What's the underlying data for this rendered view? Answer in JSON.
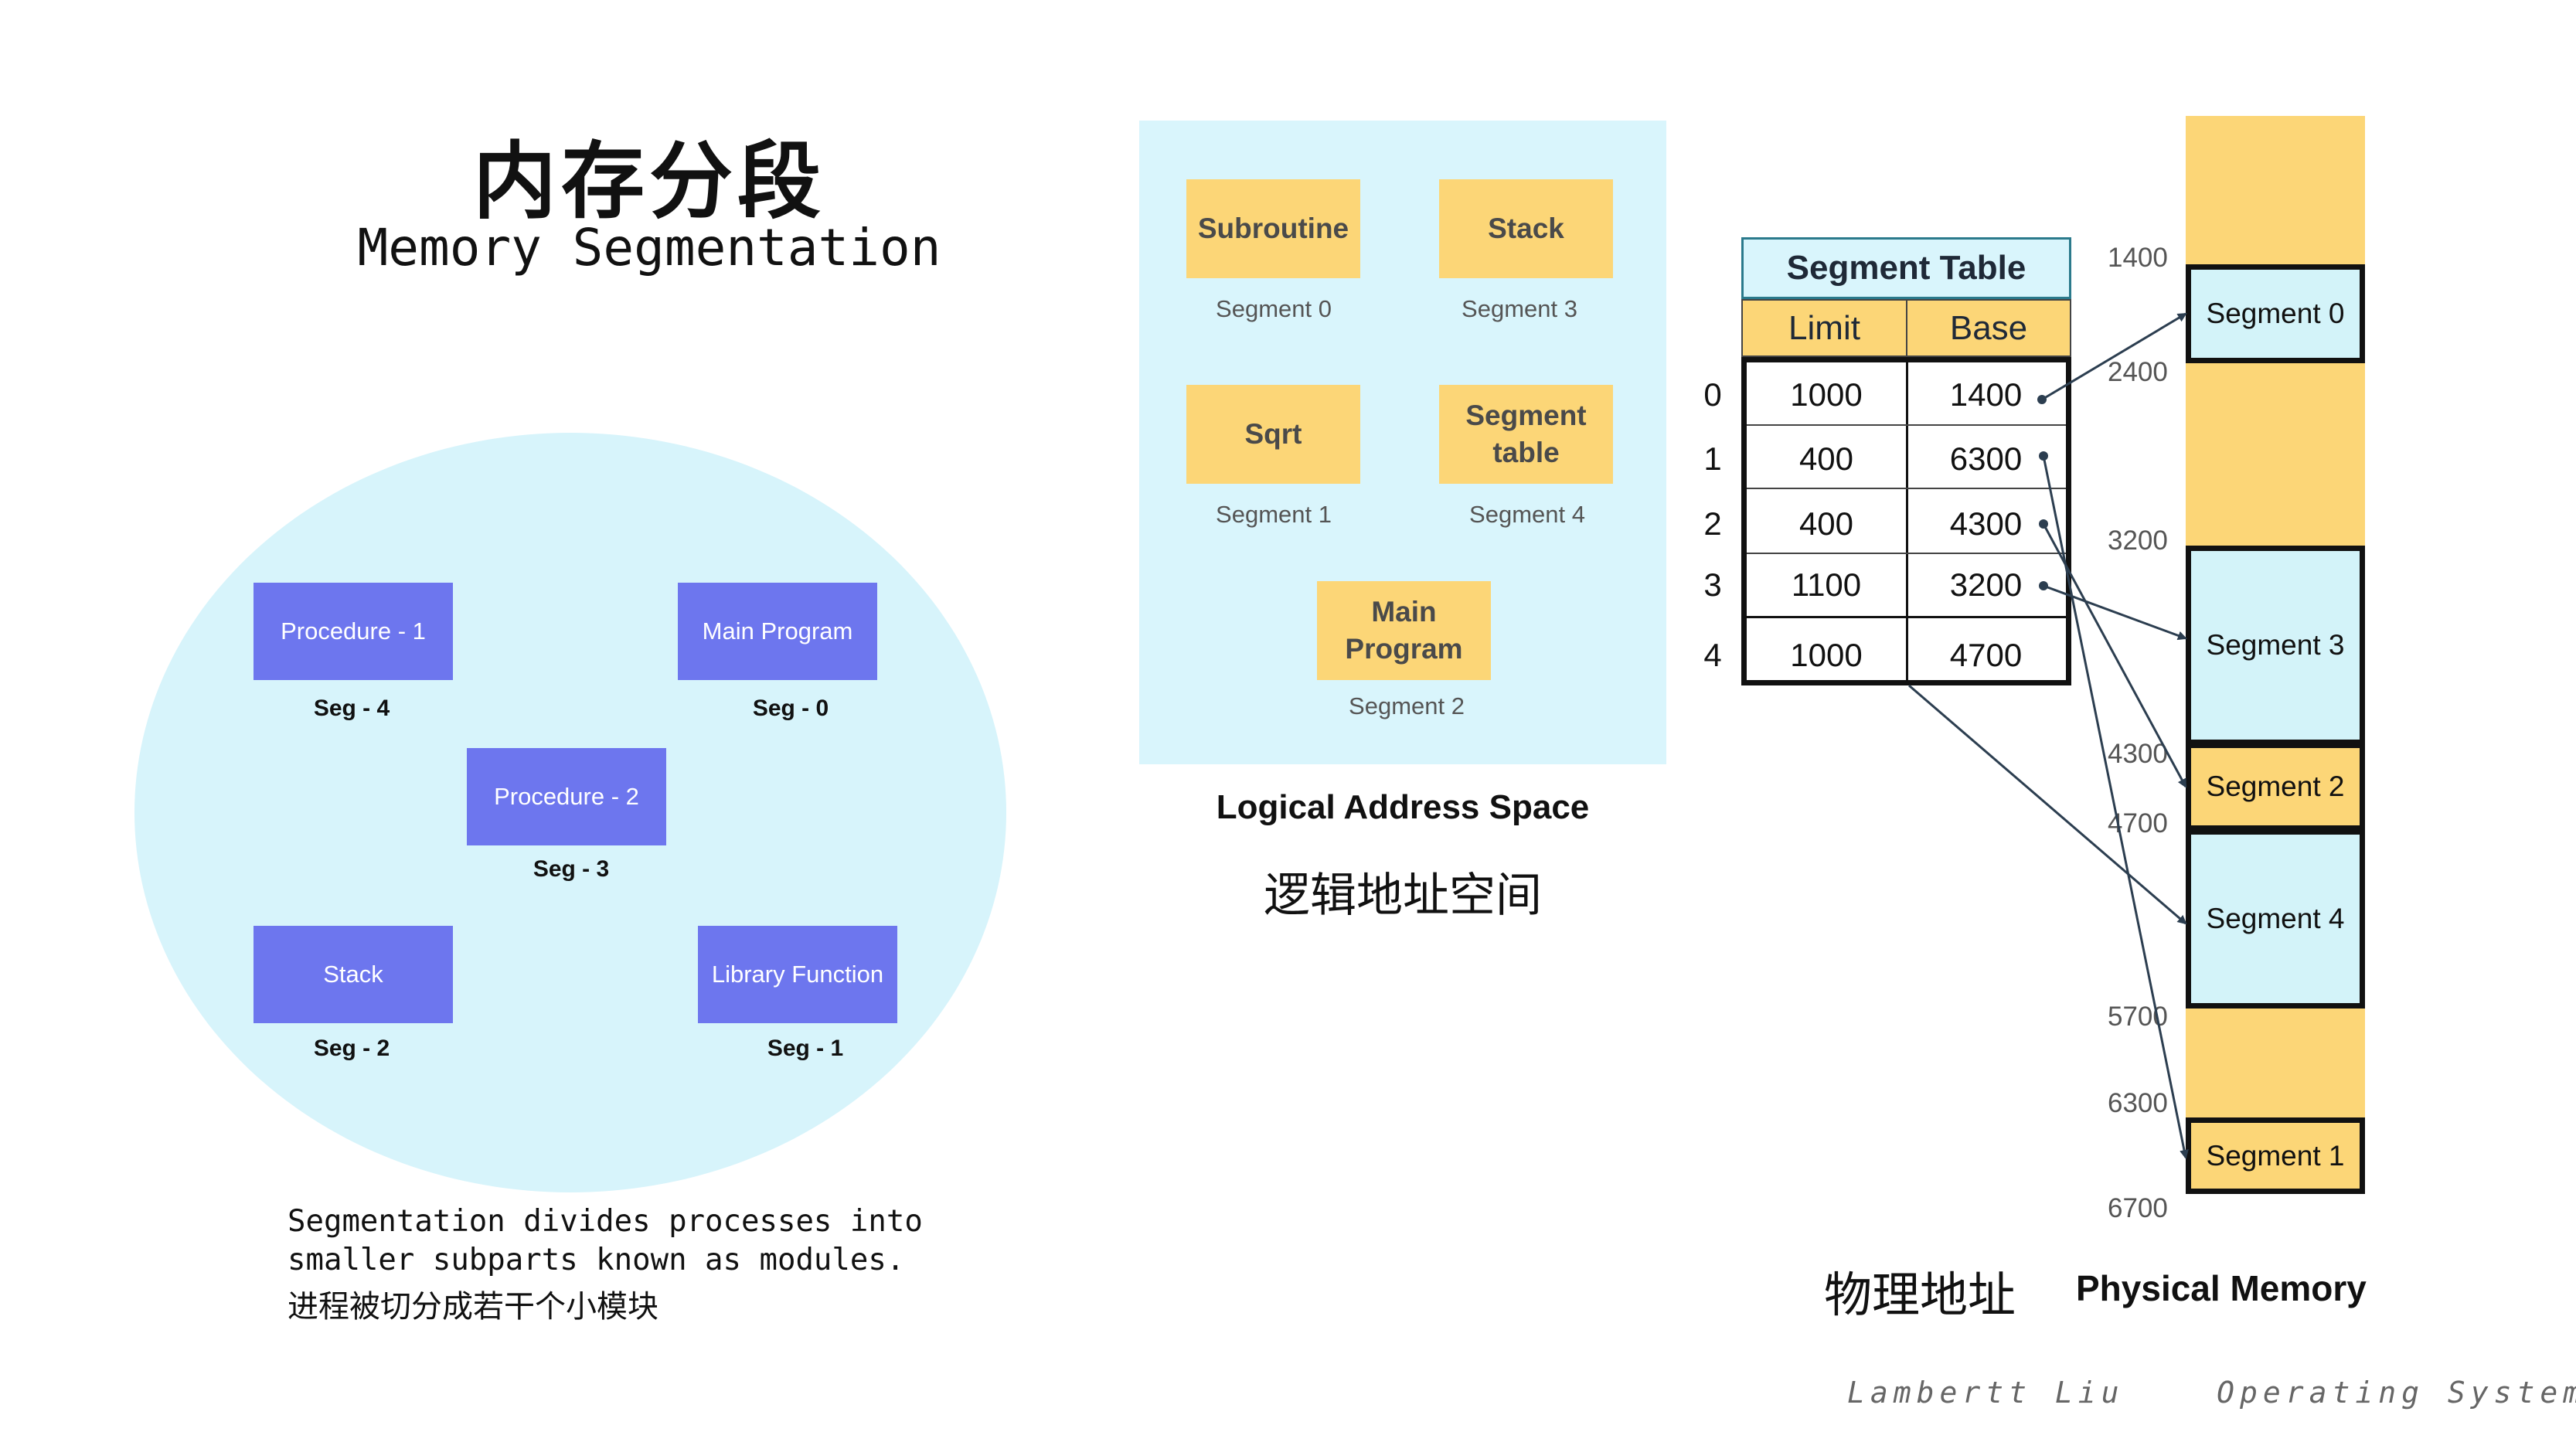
{
  "title": {
    "cn": "内存分段",
    "en": "Memory Segmentation"
  },
  "process": {
    "boxes": [
      {
        "label": "Procedure - 1",
        "seg": "Seg - 4"
      },
      {
        "label": "Main Program",
        "seg": "Seg - 0"
      },
      {
        "label": "Procedure - 2",
        "seg": "Seg - 3"
      },
      {
        "label": "Stack",
        "seg": "Seg - 2"
      },
      {
        "label": "Library Function",
        "seg": "Seg - 1"
      }
    ],
    "description": "Segmentation divides processes into\nsmaller subparts known as modules.",
    "description_cn": "进程被切分成若干个小模块"
  },
  "logical": {
    "modules": [
      {
        "label": "Subroutine",
        "seg": "Segment 0"
      },
      {
        "label": "Stack",
        "seg": "Segment 3"
      },
      {
        "label": "Sqrt",
        "seg": "Segment 1"
      },
      {
        "label": "Segment\ntable",
        "seg": "Segment 4"
      },
      {
        "label": "Main\nProgram",
        "seg": "Segment 2"
      }
    ],
    "title": "Logical Address Space",
    "title_cn": "逻辑地址空间"
  },
  "segment_table": {
    "title": "Segment Table",
    "col_limit": "Limit",
    "col_base": "Base",
    "rows": [
      {
        "idx": "0",
        "limit": "1000",
        "base": "1400"
      },
      {
        "idx": "1",
        "limit": "400",
        "base": "6300"
      },
      {
        "idx": "2",
        "limit": "400",
        "base": "4300"
      },
      {
        "idx": "3",
        "limit": "1100",
        "base": "3200"
      },
      {
        "idx": "4",
        "limit": "1000",
        "base": "4700"
      }
    ]
  },
  "physical": {
    "segments": [
      "Segment 0",
      "Segment 3",
      "Segment 2",
      "Segment 4",
      "Segment 1"
    ],
    "addresses": [
      "1400",
      "2400",
      "3200",
      "4300",
      "4700",
      "5700",
      "6300",
      "6700"
    ],
    "title_cn": "物理地址",
    "title": "Physical Memory",
    "colors": {
      "segment_fill": "#d3f3f9",
      "free_fill": "#fcd677"
    }
  },
  "footer": {
    "author": "Lambertt Liu",
    "course": "Operating System"
  }
}
